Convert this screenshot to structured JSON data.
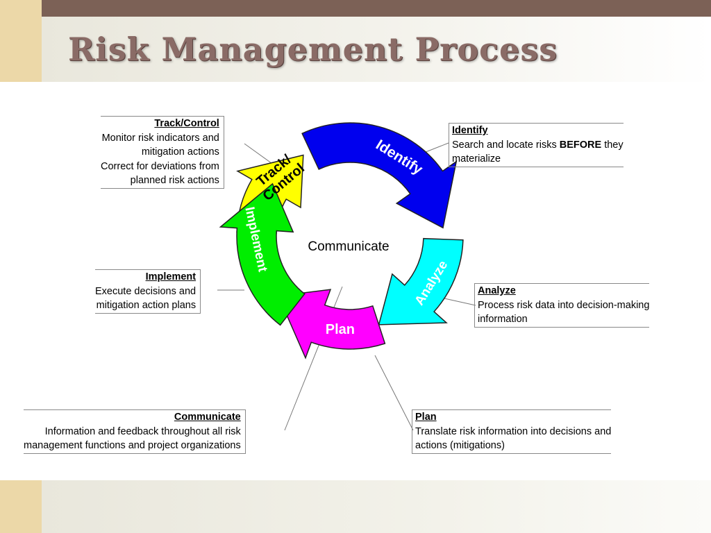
{
  "slide": {
    "title": "Risk Management Process"
  },
  "cycle": {
    "center": "Communicate",
    "segments": [
      {
        "label_lines": [
          "Track/",
          "Control"
        ],
        "color": "#ffff00"
      },
      {
        "label_lines": [
          "Identify"
        ],
        "color": "#0000ee"
      },
      {
        "label_lines": [
          "Analyze"
        ],
        "color": "#00ffff"
      },
      {
        "label_lines": [
          "Plan"
        ],
        "color": "#ff00ff"
      },
      {
        "label_lines": [
          "Implement"
        ],
        "color": "#00ee00"
      }
    ]
  },
  "callouts": {
    "track_control": {
      "heading": "Track/Control",
      "lines": [
        "Monitor risk indicators and",
        "mitigation actions",
        "Correct for deviations from",
        "planned risk actions"
      ]
    },
    "identify": {
      "heading": "Identify",
      "line1_pre": "Search and locate risks ",
      "line1_bold": "BEFORE",
      "line1_post": " they",
      "line2": "materialize"
    },
    "analyze": {
      "heading": "Analyze",
      "lines": [
        "Process risk data into decision-making",
        "information"
      ]
    },
    "implement": {
      "heading": "Implement",
      "lines": [
        "Execute decisions and",
        "mitigation action plans"
      ]
    },
    "communicate": {
      "heading": "Communicate",
      "lines": [
        "Information and feedback throughout all risk",
        "management functions and project organizations"
      ]
    },
    "plan": {
      "heading": "Plan",
      "lines": [
        "Translate risk information into decisions and",
        "actions (mitigations)"
      ]
    }
  }
}
